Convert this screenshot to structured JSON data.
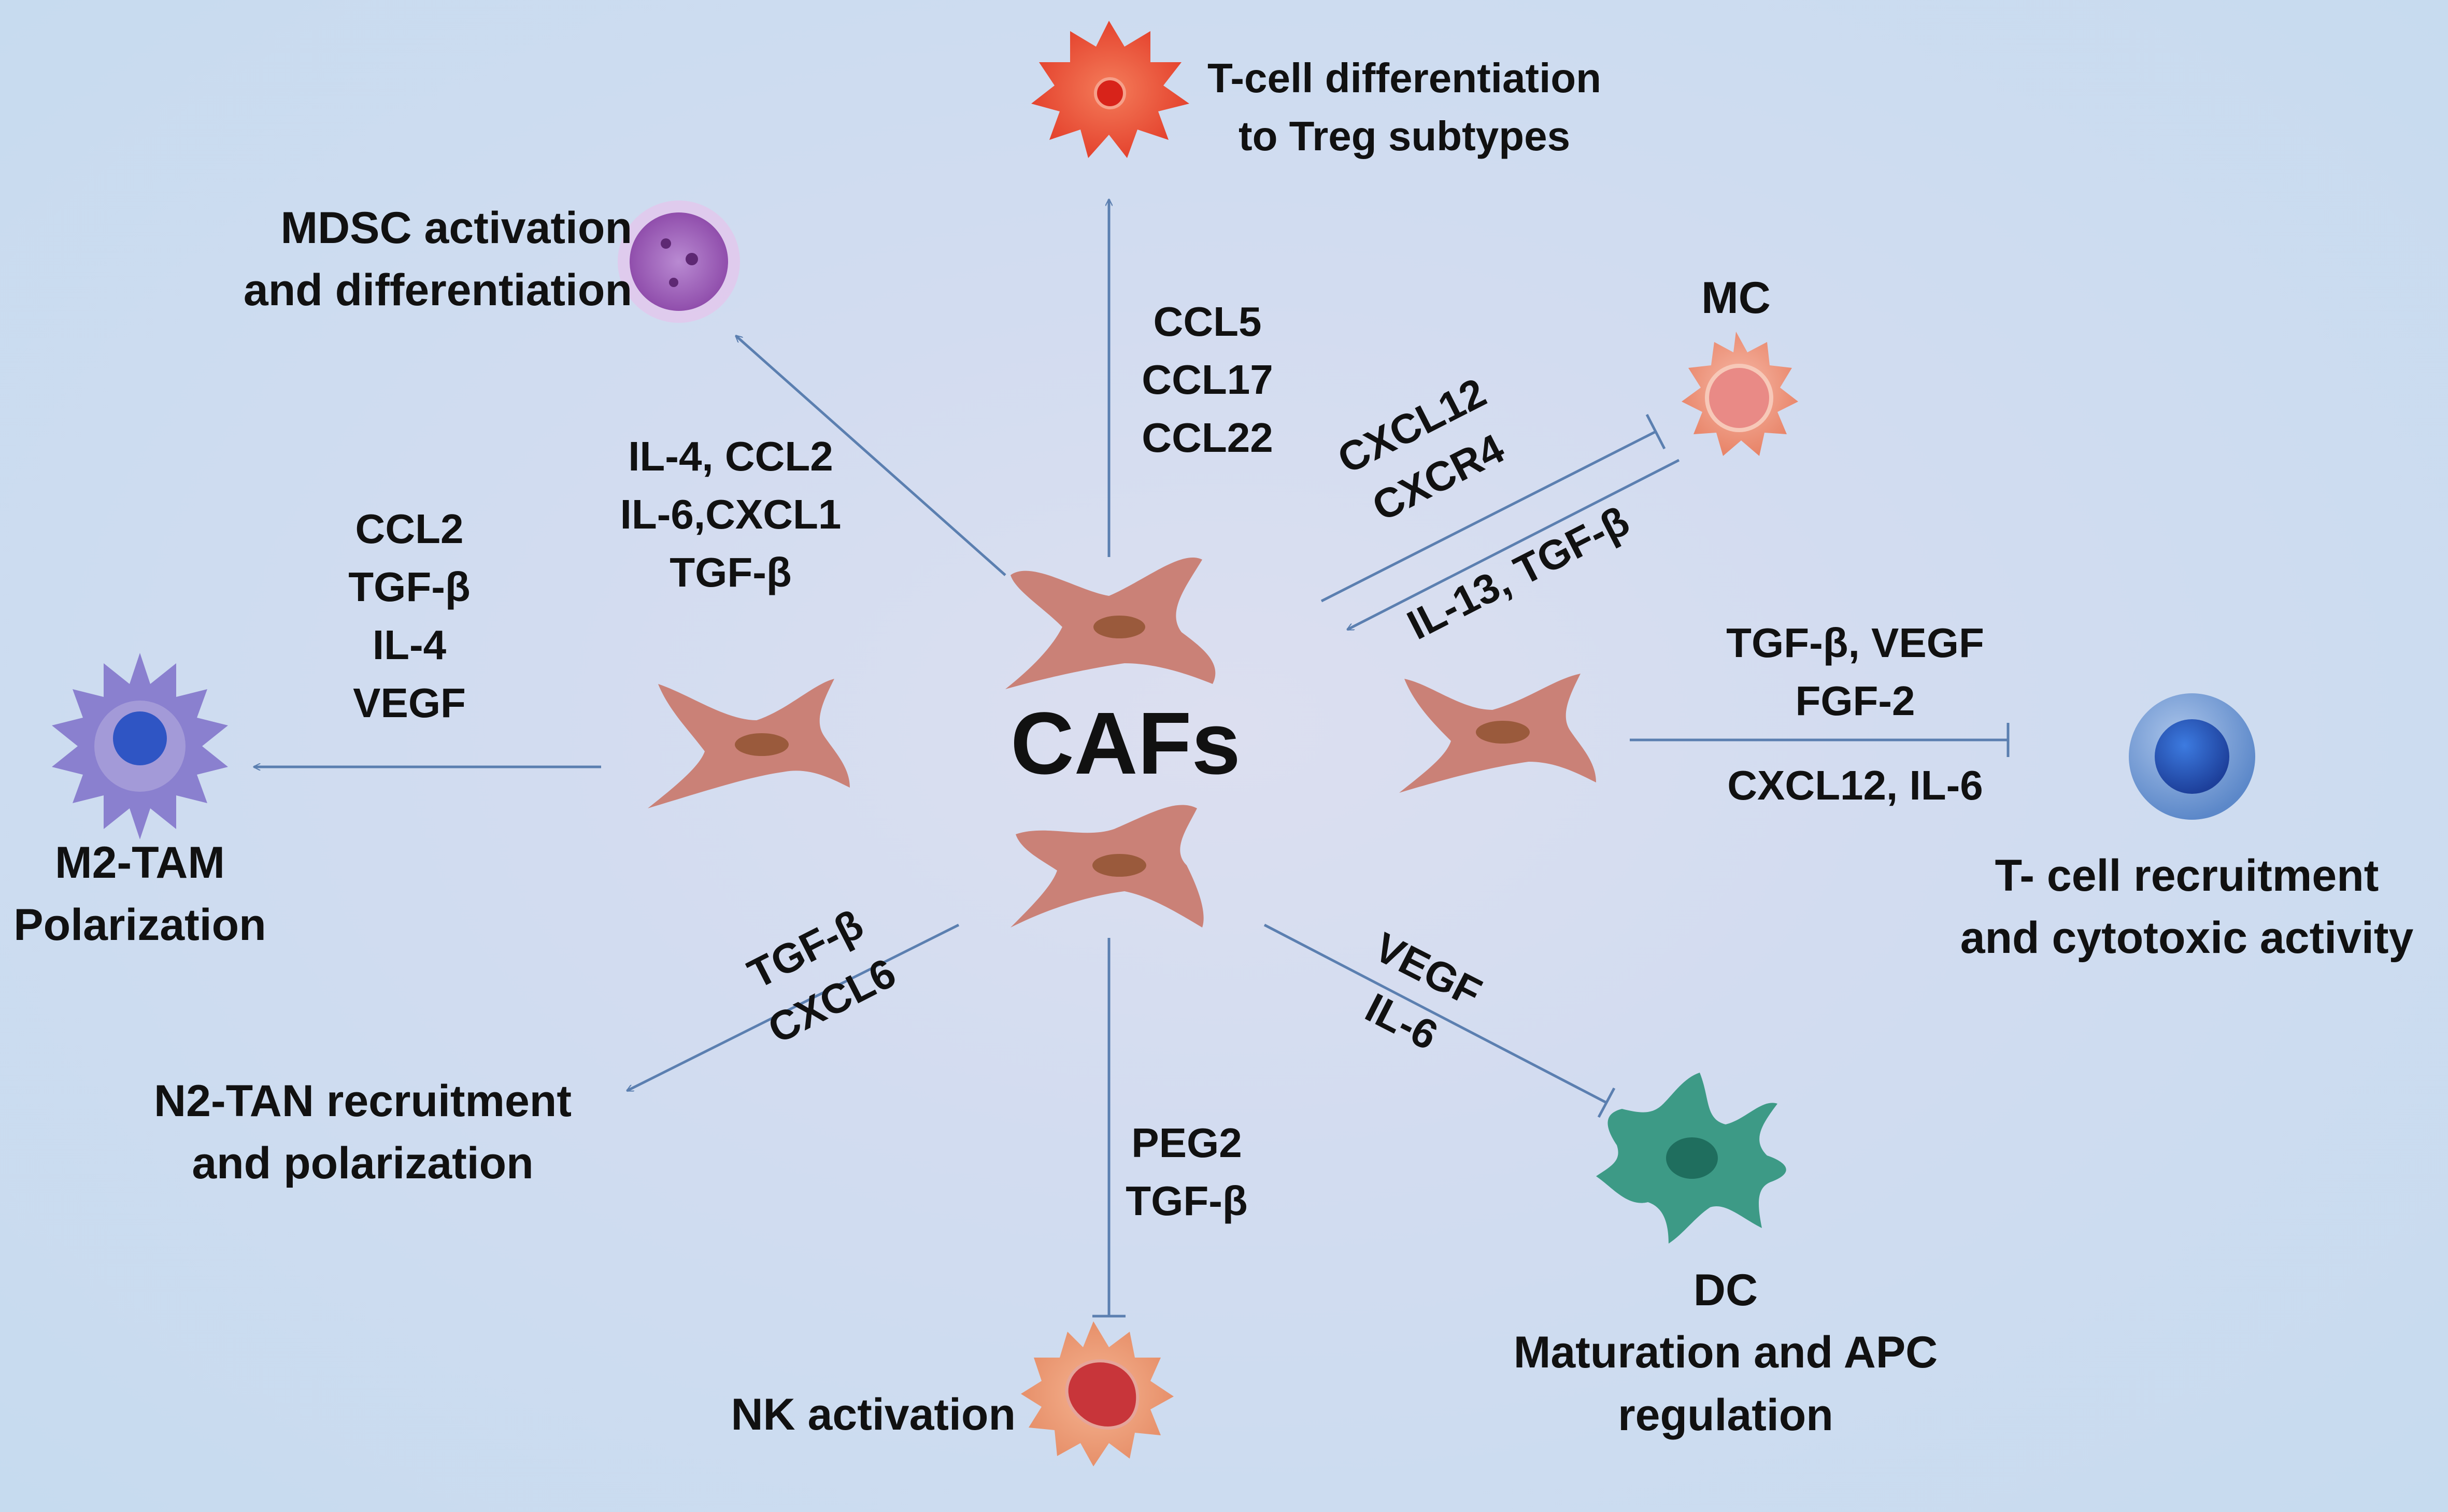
{
  "center_label": "CAFs",
  "targets": {
    "treg": {
      "lines": [
        "T-cell differentiation",
        "to Treg subtypes"
      ]
    },
    "mdsc": {
      "lines": [
        "MDSC activation",
        "and differentiation"
      ]
    },
    "mc": {
      "label": "MC"
    },
    "m2tam": {
      "lines": [
        "M2-TAM",
        "Polarization"
      ]
    },
    "tcell": {
      "lines": [
        "T- cell recruitment",
        "and cytotoxic activity"
      ]
    },
    "n2tan": {
      "lines": [
        "N2-TAN recruitment",
        "and polarization"
      ]
    },
    "nk": {
      "label": "NK activation"
    },
    "dc": {
      "lines": [
        "DC",
        "Maturation and APC",
        "regulation"
      ]
    }
  },
  "factors": {
    "treg": [
      "CCL5",
      "CCL17",
      "CCL22"
    ],
    "mdsc": [
      "IL-4, CCL2",
      "IL-6,CXCL1",
      "TGF-β"
    ],
    "m2tam": [
      "CCL2",
      "TGF-β",
      "IL-4",
      "VEGF"
    ],
    "mc_to": [
      "CXCL12",
      "CXCR4"
    ],
    "mc_from": [
      "IL-13, TGF-β"
    ],
    "tcell_top": [
      "TGF-β, VEGF",
      "FGF-2"
    ],
    "tcell_bottom": [
      "CXCL12, IL-6"
    ],
    "n2tan": [
      "TGF-β",
      "CXCL6"
    ],
    "nk": [
      "PEG2",
      "TGF-β"
    ],
    "dc": [
      "VEGF",
      "IL-6"
    ]
  },
  "colors": {
    "arrow": "#5b7fb0",
    "caf_fill": "#c9786c",
    "caf_nucleus": "#9a5a3c",
    "treg_cell": "#e8503a",
    "mdsc_cell": "#a05cb8",
    "mc_cell": "#f49a7a",
    "tam_cell": "#7f74c8",
    "tcell_cell": "#3b6fbf",
    "dc_cell": "#3d9a86",
    "nk_cell": "#f0a07a"
  }
}
